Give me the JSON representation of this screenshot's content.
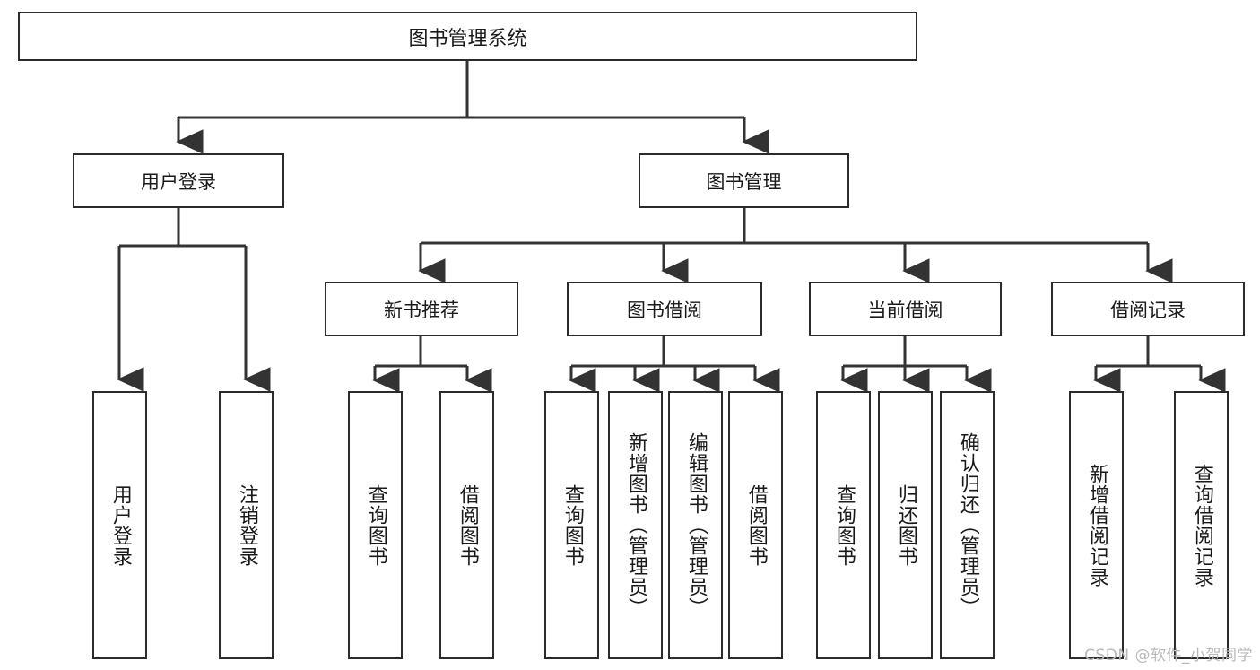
{
  "diagram": {
    "type": "tree-hierarchy",
    "title": "图书管理系统",
    "orientation": "top-down",
    "colors": {
      "box_border": "#2b2b2b",
      "box_fill": "#ffffff",
      "connector": "#333333",
      "text": "#1a1a1a",
      "watermark": "#b9b9b9",
      "background": "#ffffff"
    },
    "root": {
      "label": "图书管理系统"
    },
    "level1": [
      {
        "label": "用户登录"
      },
      {
        "label": "图书管理"
      }
    ],
    "level2": [
      {
        "label": "新书推荐"
      },
      {
        "label": "图书借阅"
      },
      {
        "label": "当前借阅"
      },
      {
        "label": "借阅记录"
      }
    ],
    "leaves": {
      "user_login": [
        {
          "label": "用户登录"
        },
        {
          "label": "注销登录"
        }
      ],
      "new_book_recommend": [
        {
          "label": "查询图书"
        },
        {
          "label": "借阅图书"
        }
      ],
      "book_borrow": [
        {
          "label": "查询图书"
        },
        {
          "label": "新增图书（管理员）"
        },
        {
          "label": "编辑图书（管理员）"
        },
        {
          "label": "借阅图书"
        }
      ],
      "current_borrow": [
        {
          "label": "查询图书"
        },
        {
          "label": "归还图书"
        },
        {
          "label": "确认归还（管理员）"
        }
      ],
      "borrow_record": [
        {
          "label": "新增借阅记录"
        },
        {
          "label": "查询借阅记录"
        }
      ]
    }
  },
  "watermark": {
    "text": "CSDN @软件_小贺同学"
  }
}
